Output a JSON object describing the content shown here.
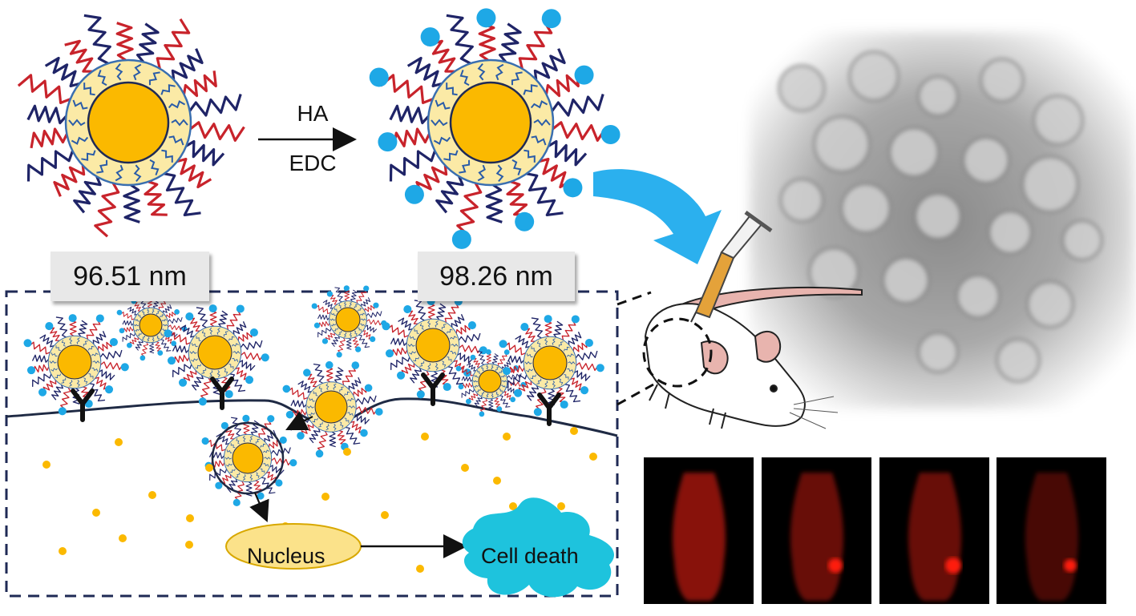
{
  "reaction": {
    "reagent_top": "HA",
    "reagent_bottom": "EDC"
  },
  "sizes": {
    "before": "96.51 nm",
    "after": "98.26 nm"
  },
  "labels": {
    "nucleus": "Nucleus",
    "cell_death": "Cell death"
  },
  "colors": {
    "core": "#fbb900",
    "shell": "#fbeaa6",
    "chain_red": "#c8232b",
    "chain_navy": "#1f2467",
    "ha_bead": "#1ea8e6",
    "arrow_blue": "#2bb0ee",
    "cell_death": "#1ec3dd",
    "membrane": "#1f2a44"
  }
}
